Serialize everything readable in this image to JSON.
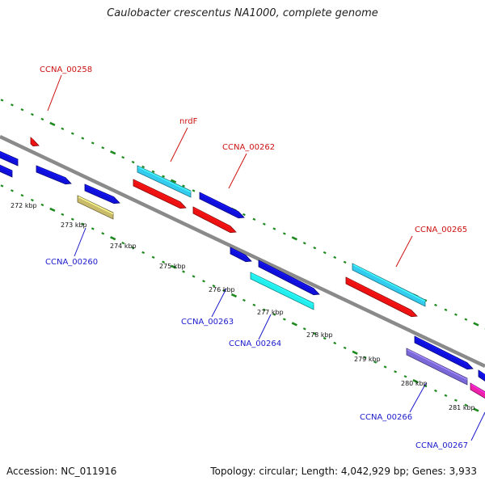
{
  "title": "Caulobacter crescentus NA1000, complete genome",
  "footer": {
    "accession": "Accession: NC_011916",
    "summary": "Topology: circular; Length: 4,042,929 bp; Genes: 3,933"
  },
  "colors": {
    "backbone": "#8a8a8a",
    "tick": "#1f8a1f",
    "label_top": "#cc1111",
    "label_bottom": "#1a1acc",
    "blue": "#1010dd",
    "red": "#ee1111",
    "lightblue": "#33ccee",
    "cyan": "#22eeee",
    "khaki": "#c8bb6a",
    "purple": "#7b68d8",
    "magenta": "#ee22aa"
  },
  "kbp_labels": [
    "272 kbp",
    "273 kbp",
    "274 kbp",
    "275 kbp",
    "276 kbp",
    "277 kbp",
    "278 kbp",
    "279 kbp",
    "280 kbp",
    "281 kbp"
  ],
  "gene_labels_top": [
    "CCNA_00258",
    "nrdF",
    "CCNA_00262",
    "CCNA_00265"
  ],
  "gene_labels_bottom": [
    "CCNA_00260",
    "CCNA_00263",
    "CCNA_00264",
    "CCNA_00266",
    "CCNA_00267"
  ]
}
